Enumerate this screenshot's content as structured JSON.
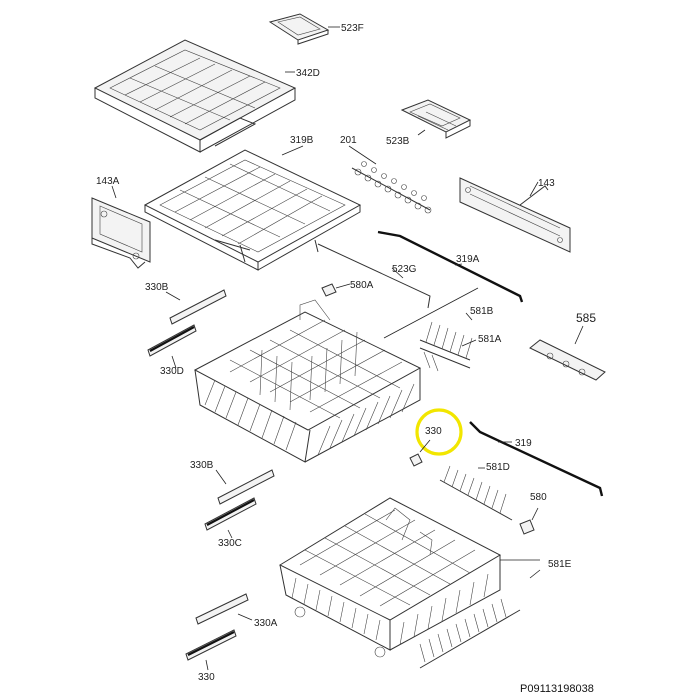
{
  "labels": {
    "p523F": "523F",
    "p342D": "342D",
    "p523B": "523B",
    "p201": "201",
    "p319B": "319B",
    "p143A": "143A",
    "p143": "143",
    "p523G": "523G",
    "p319A": "319A",
    "p580A": "580A",
    "p330B_top": "330B",
    "p581B": "581B",
    "p585": "585",
    "p581A": "581A",
    "p330D": "330D",
    "p330_mid": "330",
    "p319": "319",
    "p581D": "581D",
    "p330B_mid": "330B",
    "p580": "580",
    "p330C": "330C",
    "p581E": "581E",
    "p330A": "330A",
    "p330_bottom": "330"
  },
  "highlight": {
    "color": "#f2e600",
    "part": "330"
  },
  "reference_number": "P09113198038"
}
